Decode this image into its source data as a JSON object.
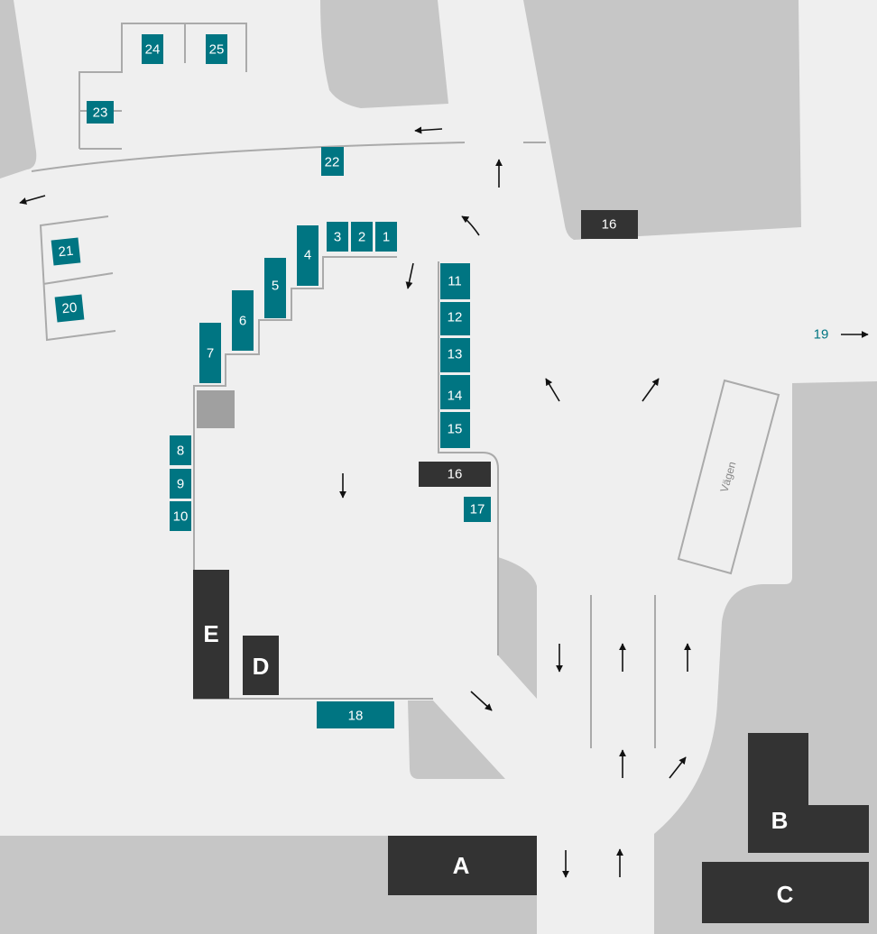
{
  "map": {
    "colors": {
      "background": "#efefef",
      "area": "#c6c6c6",
      "stop": "#007582",
      "building": "#333333",
      "line": "#aaaaaa"
    },
    "stops": {
      "s1": "1",
      "s2": "2",
      "s3": "3",
      "s4": "4",
      "s5": "5",
      "s6": "6",
      "s7": "7",
      "s8": "8",
      "s9": "9",
      "s10": "10",
      "s11": "11",
      "s12": "12",
      "s13": "13",
      "s14": "14",
      "s15": "15",
      "s17": "17",
      "s18": "18",
      "s19": "19",
      "s20": "20",
      "s21": "21",
      "s22": "22",
      "s23": "23",
      "s24": "24",
      "s25": "25"
    },
    "buildings": {
      "b16_top": "16",
      "b16_mid": "16",
      "A": "A",
      "B": "B",
      "C": "C",
      "D": "D",
      "E": "E"
    },
    "street_label": "Vägen"
  }
}
